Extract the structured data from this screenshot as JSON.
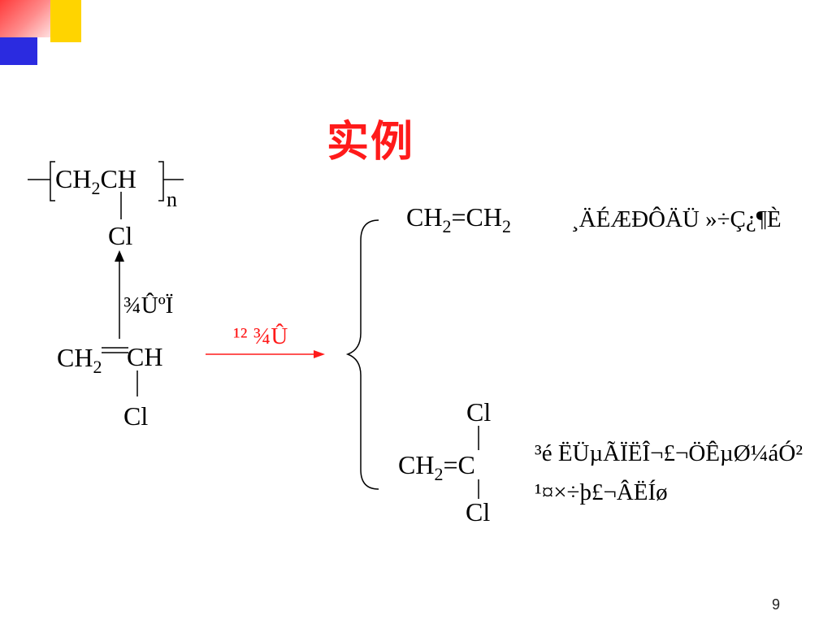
{
  "slide": {
    "title": "实例",
    "page_number": "9"
  },
  "polymer": {
    "unit_a": "CH",
    "sub_a": "2",
    "unit_b": "CH",
    "subscript_n": "n",
    "substituent": "Cl"
  },
  "monomer": {
    "left_a": "CH",
    "left_sub": "2",
    "left_b": "CH",
    "substituent": "Cl",
    "polymerize_label": "¾ÛºÏ"
  },
  "reaction": {
    "arrow_label": "¹² ¾Û"
  },
  "branch_top": {
    "formula_a": "CH",
    "formula_sub_a": "2",
    "formula_b": "=CH",
    "formula_sub_b": "2",
    "description": "¸ÄÉÆÐÔÄÜ »÷Ç¿¶È"
  },
  "branch_bottom": {
    "top_cl": "Cl",
    "formula_a": "CH",
    "formula_sub": "2",
    "formula_b": "=C",
    "bottom_cl": "Cl",
    "description_line1": "³é ËÜµÃÏËÎ¬£¬ÖÊµØ¼áÓ²",
    "description_line2": "¹¤×÷þ£¬ÂËÍø"
  },
  "colors": {
    "accent": "#ff1a1a",
    "deco_red": "#ff3a3a",
    "deco_yellow": "#ffd400",
    "deco_blue": "#2b2be0"
  }
}
